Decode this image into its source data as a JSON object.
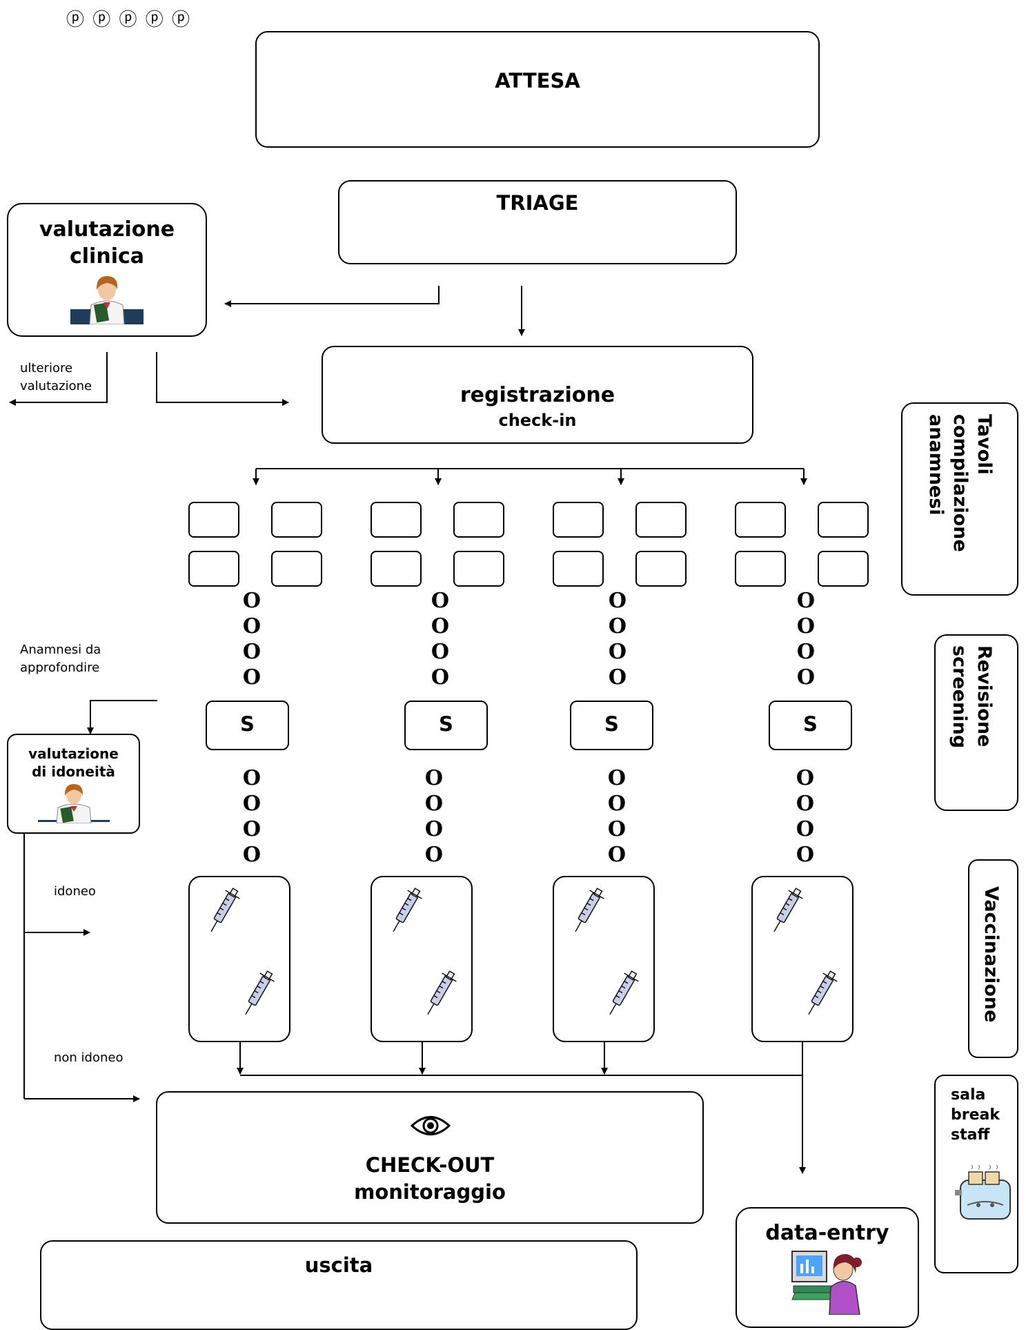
{
  "header": {
    "symbols": "ⓟ ⓟ ⓟ ⓟ ⓟ"
  },
  "boxes": {
    "attesa": "ATTESA",
    "triage": "TRIAGE",
    "valutazione_clinica": [
      "valutazione",
      "clinica"
    ],
    "registrazione": "registrazione",
    "check_in": "check-in",
    "valutazione_idoneita": [
      "valutazione",
      "di idoneità"
    ],
    "screening_label": "S",
    "checkout": [
      "CHECK-OUT",
      "monitoraggio"
    ],
    "uscita": "uscita",
    "data_entry": "data-entry"
  },
  "side_labels": {
    "tavoli": [
      "Tavoli",
      "compilazione",
      "anamnesi"
    ],
    "revisione": [
      "Revisione",
      "screening"
    ],
    "vaccinazione": "Vaccinazione",
    "sala_break": [
      "sala",
      "break",
      "staff"
    ]
  },
  "annotations": {
    "ulteriore": [
      "ulteriore",
      "valutazione"
    ],
    "anamnesi": [
      "Anamnesi da",
      "approfondire"
    ],
    "idoneo": "idoneo",
    "non_idoneo": "non idoneo"
  },
  "queue_marker": "O",
  "icons": [
    "doctor-icon",
    "syringe-icon",
    "eye-icon",
    "toaster-icon",
    "computer-user-icon"
  ]
}
